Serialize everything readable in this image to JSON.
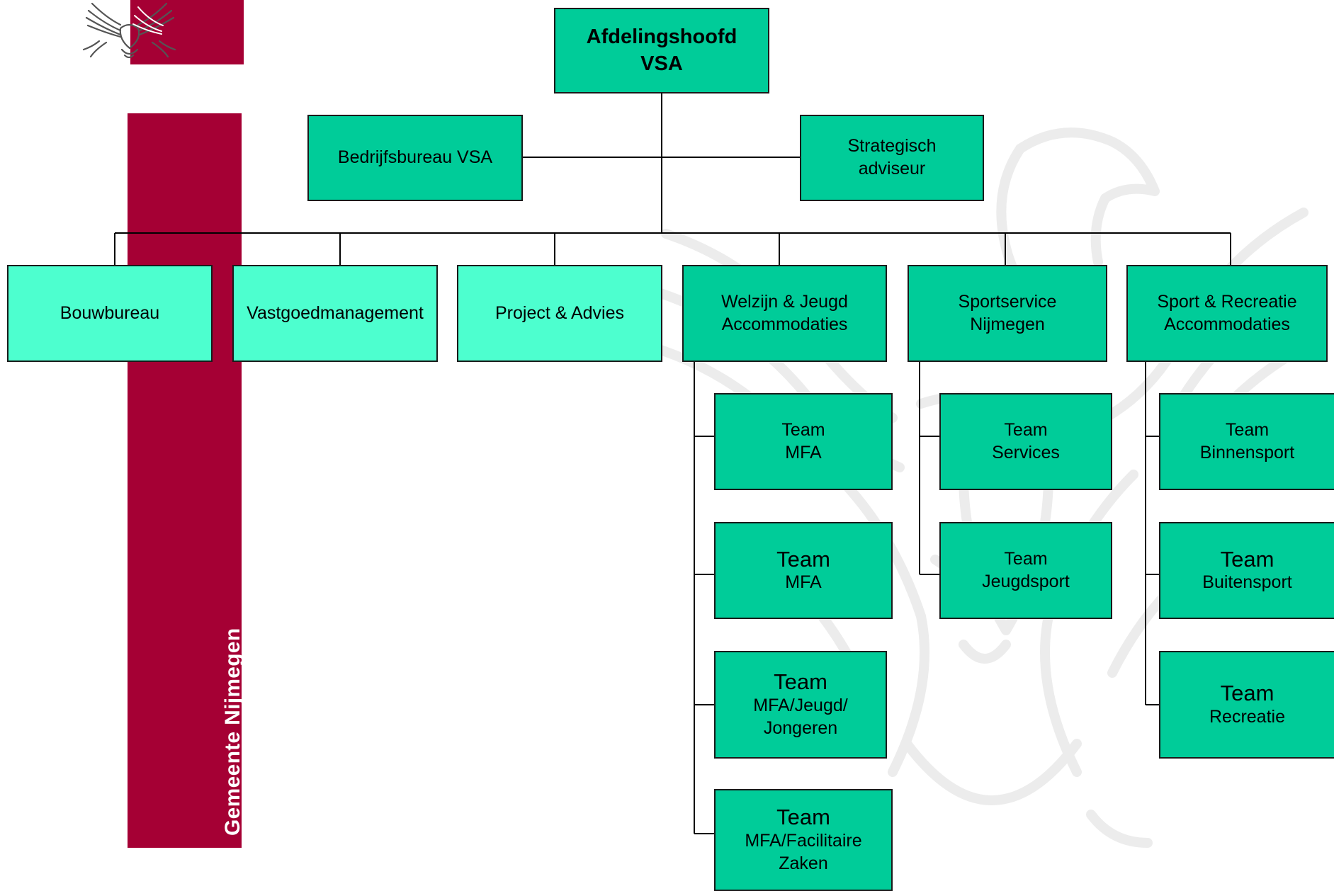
{
  "organization": {
    "name": "Gemeente Nijmegen"
  },
  "colors": {
    "brand_red": "#a50034",
    "box": "#00cc99",
    "box_light": "#4dffcf",
    "line": "#000000"
  },
  "head": {
    "line1": "Afdelingshoofd",
    "line2": "VSA"
  },
  "staff": {
    "bedrijfsbureau": "Bedrijfsbureau VSA",
    "strategisch": {
      "line1": "Strategisch",
      "line2": "adviseur"
    }
  },
  "units": {
    "bouwbureau": "Bouwbureau",
    "vastgoed": "Vastgoedmanagement",
    "project": "Project & Advies",
    "welzijn": {
      "line1": "Welzijn & Jeugd",
      "line2": "Accommodaties"
    },
    "sportservice": {
      "line1": "Sportservice",
      "line2": "Nijmegen"
    },
    "sport_recreatie": {
      "line1": "Sport & Recreatie",
      "line2": "Accommodaties"
    }
  },
  "teams": {
    "welzijn": [
      {
        "title": "Team",
        "sub1": "MFA",
        "sub2": ""
      },
      {
        "title": "Team",
        "sub1": "MFA",
        "sub2": ""
      },
      {
        "title": "Team",
        "sub1": "MFA/Jeugd/",
        "sub2": "Jongeren"
      },
      {
        "title": "Team",
        "sub1": "MFA/Facilitaire",
        "sub2": "Zaken"
      }
    ],
    "sportservice": [
      {
        "title": "Team",
        "sub1": "Services"
      },
      {
        "title": "Team",
        "sub1": "Jeugdsport"
      }
    ],
    "sport_recreatie": [
      {
        "title": "Team",
        "sub1": "Binnensport"
      },
      {
        "title": "Team",
        "sub1": "Buitensport"
      },
      {
        "title": "Team",
        "sub1": "Recreatie"
      }
    ]
  }
}
